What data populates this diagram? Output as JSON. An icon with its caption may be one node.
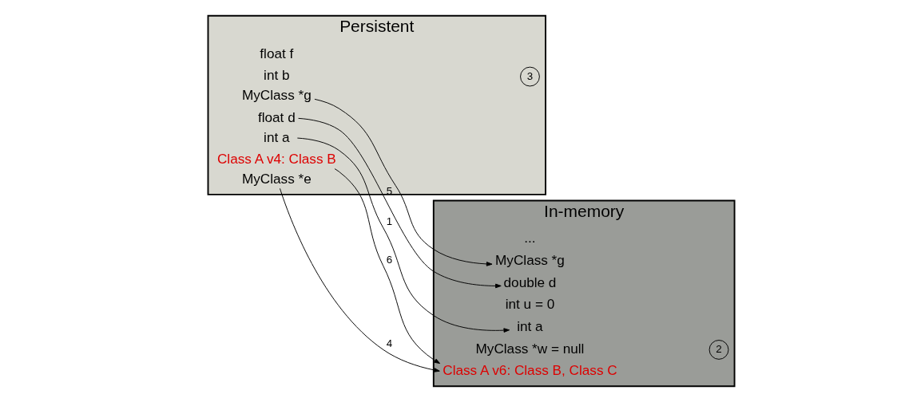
{
  "diagram": {
    "nodes": [
      {
        "text": [
          "Persistent"
        ]
      },
      {
        "text": [
          "Class A v4: Class B"
        ],
        "in": 0
      },
      {
        "text": [
          "int a"
        ],
        "in": 0
      },
      {
        "text": [
          "int b"
        ],
        "in": 0
      },
      {
        "text": [
          "float f"
        ],
        "in": 0
      },
      {
        "text": [
          "MyClass *e"
        ],
        "in": 0
      },
      {
        "text": [
          "float d"
        ],
        "in": 0
      },
      {
        "text": [
          "MyClass *g"
        ],
        "in": 0
      },
      {
        "text": [
          "In-memory"
        ]
      },
      {
        "text": [
          "Class A v6: Class B, Class C"
        ],
        "in": 8
      },
      {
        "text": [
          "MyClass *w = null"
        ],
        "in": 8
      },
      {
        "text": [
          "int a"
        ],
        "in": 8
      },
      {
        "text": [
          "int u = 0"
        ],
        "in": 8
      },
      {
        "text": [
          "double d"
        ],
        "in": 8
      },
      {
        "text": [
          "MyClass *g"
        ],
        "in": 8
      },
      {
        "text": [
          "..."
        ],
        "in": 8
      }
    ],
    "edges": [
      {
        "from": 1,
        "to": 9,
        "arrow": "to",
        "label": "6"
      },
      {
        "from": 2,
        "to": 11,
        "arrow": "to",
        "label": "1"
      },
      {
        "from": 5,
        "to": 9,
        "arrow": "to",
        "label": "4"
      },
      {
        "from": 6,
        "to": 13,
        "arrow": "to",
        "label": "5"
      },
      {
        "from": 7,
        "to": 14,
        "arrow": "to"
      }
    ],
    "labels": [
      "3",
      "2"
    ]
  }
}
